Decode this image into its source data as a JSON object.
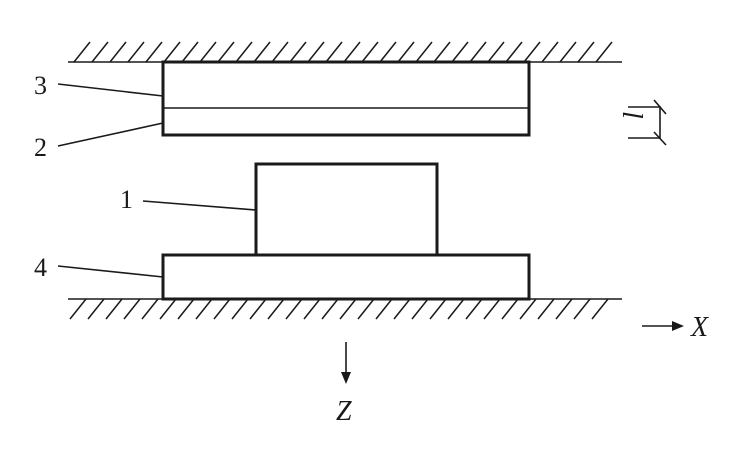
{
  "colors": {
    "ink": "#1a1a1a",
    "background": "#ffffff"
  },
  "labels": {
    "part_1": "1",
    "part_2": "2",
    "part_3": "3",
    "part_4": "4",
    "dimension": "l"
  },
  "axes": {
    "x": "X",
    "z": "Z"
  }
}
